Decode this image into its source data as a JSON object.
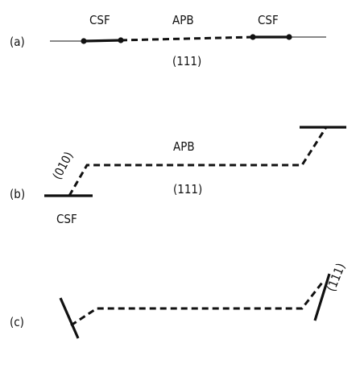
{
  "panels": [
    {
      "id": "a",
      "label": "(a)",
      "texts": {
        "csf_left": "CSF",
        "apb": "APB",
        "csf_right": "CSF",
        "plane": "(111)"
      }
    },
    {
      "id": "b",
      "label": "(b)",
      "texts": {
        "apb": "APB",
        "plane": "(111)",
        "csf": "CSF",
        "tilted_plane": "(010)"
      }
    },
    {
      "id": "c",
      "label": "(c)",
      "texts": {
        "tilted_plane": "(111)"
      }
    }
  ]
}
